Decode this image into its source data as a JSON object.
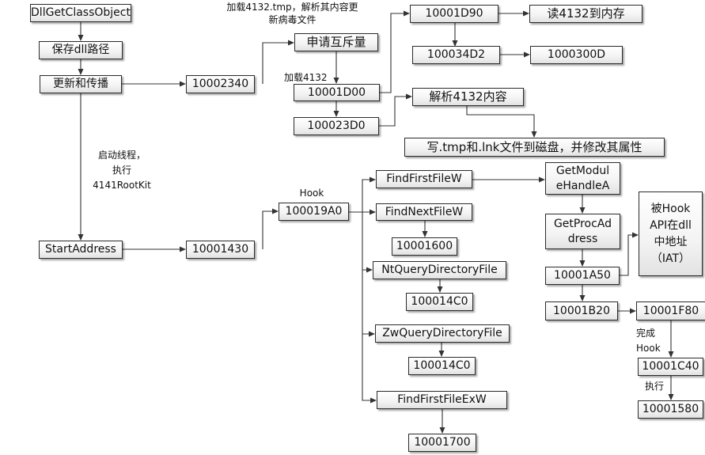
{
  "nodes": {
    "dllgetclassobject": "DllGetClassObject",
    "save_dll_path": "保存dll路径",
    "update_spread": "更新和传播",
    "n10002340": "10002340",
    "mutex": "申请互斥量",
    "n10001d90": "10001D90",
    "read_to_mem": "读4132到内存",
    "n100034d2": "100034D2",
    "n1000300d": "1000300D",
    "n10001d00": "10001D00",
    "parse_4132": "解析4132内容",
    "n100023d0": "100023D0",
    "write_tmp_lnk": "写.tmp和.lnk文件到磁盘，并修改其属性",
    "startaddress": "StartAddress",
    "n10001430": "10001430",
    "n100019a0": "100019A0",
    "findfirstfilew": "FindFirstFileW",
    "findnextfilew": "FindNextFileW",
    "n10001600": "10001600",
    "ntquerydirectoryfile": "NtQueryDirectoryFile",
    "n100014c0_a": "100014C0",
    "zwquerydirectoryfile": "ZwQueryDirectoryFile",
    "n100014c0_b": "100014C0",
    "findfirstfileexw": "FindFirstFileExW",
    "n10001700": "10001700",
    "getmodulehandlea": "GetModul\neHandleA",
    "getprocaddress": "GetProcAd\ndress",
    "n10001a50": "10001A50",
    "n10001b20": "10001B20",
    "n10001f80": "10001F80",
    "n10001c40": "10001C40",
    "n10001580": "10001580",
    "hooked_api_addr": "被Hook\nAPI在dll\n中地址\n（IAT）"
  },
  "labels": {
    "load_parse_update": "加载4132.tmp，解析其内容更\n新病毒文件",
    "load_4132": "加载4132",
    "start_thread": "启动线程，\n执行\n4141RootKit",
    "hook": "Hook",
    "hook_done": "完成\nHook",
    "execute": "执行"
  },
  "colors": {
    "line": "#333333",
    "box_border": "#2b2b2b"
  }
}
